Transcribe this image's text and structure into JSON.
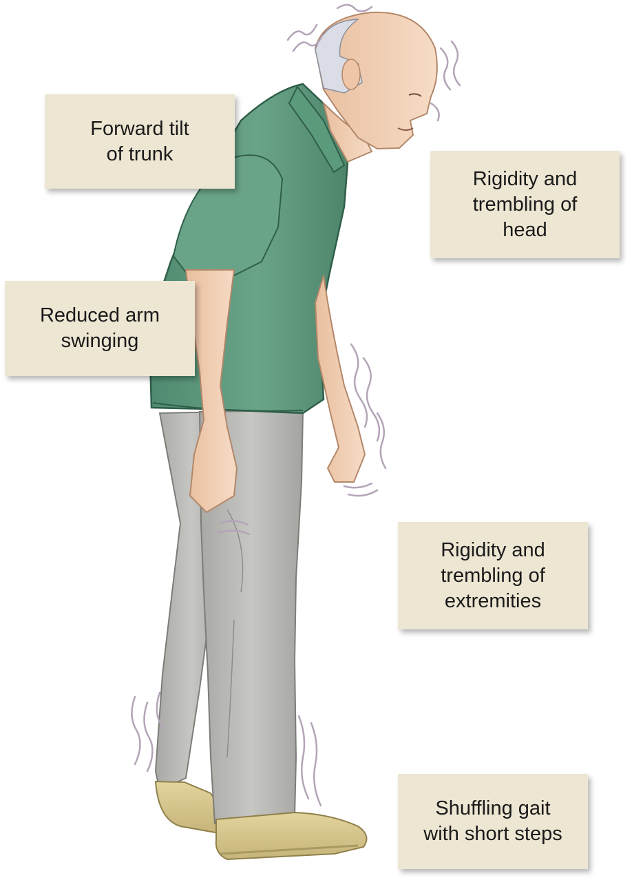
{
  "labels": {
    "trunk": "Forward tilt\nof trunk",
    "head": "Rigidity and\ntrembling of\nhead",
    "arm": "Reduced arm\nswinging",
    "extremities": "Rigidity and\ntrembling of\nextremities",
    "gait": "Shuffling gait\nwith short steps"
  },
  "colors": {
    "label_background": "#ede6d3",
    "shirt": "#5f9a7f",
    "pants": "#b9b9b6",
    "shoes": "#d8c88e",
    "skin": "#f0cdb0",
    "hair": "#d9dce4",
    "tremor_lines": "#b4a4b8"
  }
}
